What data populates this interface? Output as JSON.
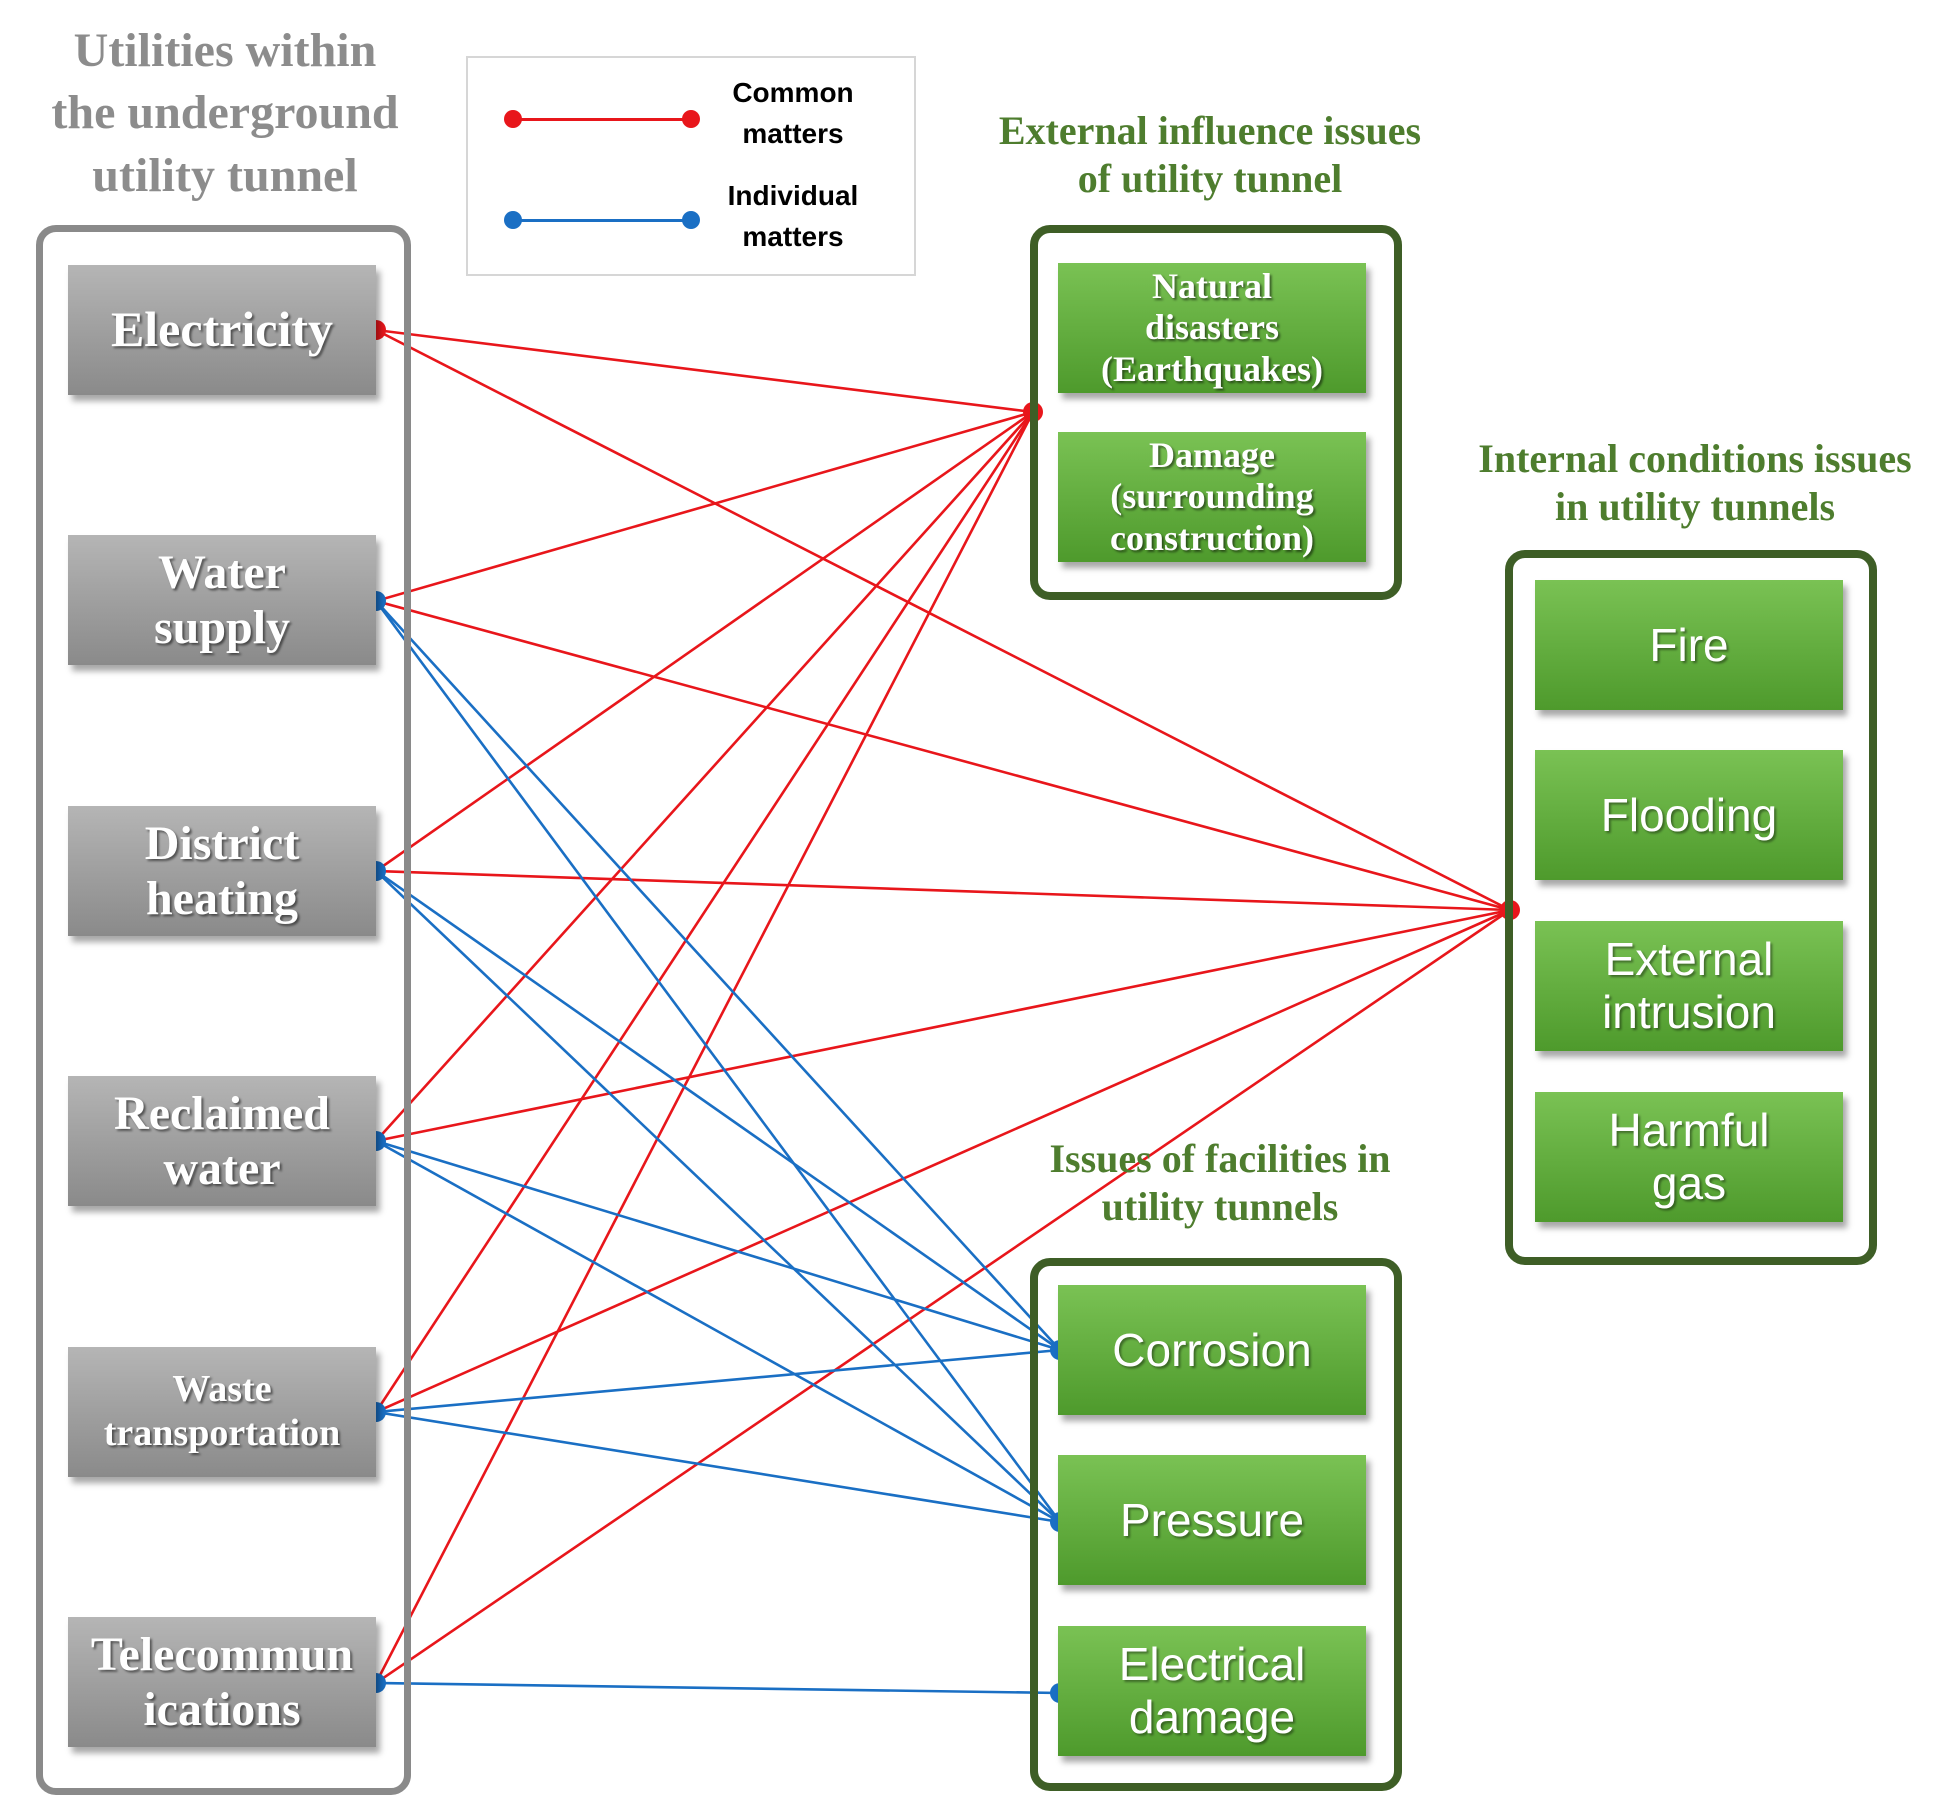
{
  "titles": {
    "utilities": "Utilities within\nthe underground\nutility tunnel",
    "external": "External influence issues\nof utility tunnel",
    "internal": "Internal conditions issues\nin utility tunnels",
    "facilities": "Issues of facilities in\nutility tunnels"
  },
  "legend": {
    "common": "Common\nmatters",
    "individual": "Individual\nmatters"
  },
  "colors": {
    "common": "#e8161b",
    "individual": "#1a6fc4"
  },
  "utilities": [
    "Electricity",
    "Water\nsupply",
    "District\nheating",
    "Reclaimed\nwater",
    "Waste\ntransportation",
    "Telecommun\nications"
  ],
  "external_issues": [
    "Natural\ndisasters\n(Earthquakes)",
    "Damage\n(surrounding\nconstruction)"
  ],
  "internal_issues": [
    "Fire",
    "Flooding",
    "External\nintrusion",
    "Harmful\ngas"
  ],
  "facility_issues": [
    "Corrosion",
    "Pressure",
    "Electrical\ndamage"
  ],
  "connections": {
    "common": [
      [
        "Electricity",
        "External influence issues"
      ],
      [
        "Electricity",
        "Internal conditions issues"
      ],
      [
        "Water supply",
        "External influence issues"
      ],
      [
        "Water supply",
        "Internal conditions issues"
      ],
      [
        "District heating",
        "External influence issues"
      ],
      [
        "District heating",
        "Internal conditions issues"
      ],
      [
        "Reclaimed water",
        "External influence issues"
      ],
      [
        "Reclaimed water",
        "Internal conditions issues"
      ],
      [
        "Waste transportation",
        "External influence issues"
      ],
      [
        "Waste transportation",
        "Internal conditions issues"
      ],
      [
        "Telecommunications",
        "External influence issues"
      ],
      [
        "Telecommunications",
        "Internal conditions issues"
      ]
    ],
    "individual": [
      [
        "Water supply",
        "Corrosion"
      ],
      [
        "Water supply",
        "Pressure"
      ],
      [
        "District heating",
        "Corrosion"
      ],
      [
        "District heating",
        "Pressure"
      ],
      [
        "Reclaimed water",
        "Corrosion"
      ],
      [
        "Reclaimed water",
        "Pressure"
      ],
      [
        "Waste transportation",
        "Corrosion"
      ],
      [
        "Waste transportation",
        "Pressure"
      ],
      [
        "Telecommunications",
        "Electrical damage"
      ]
    ]
  }
}
